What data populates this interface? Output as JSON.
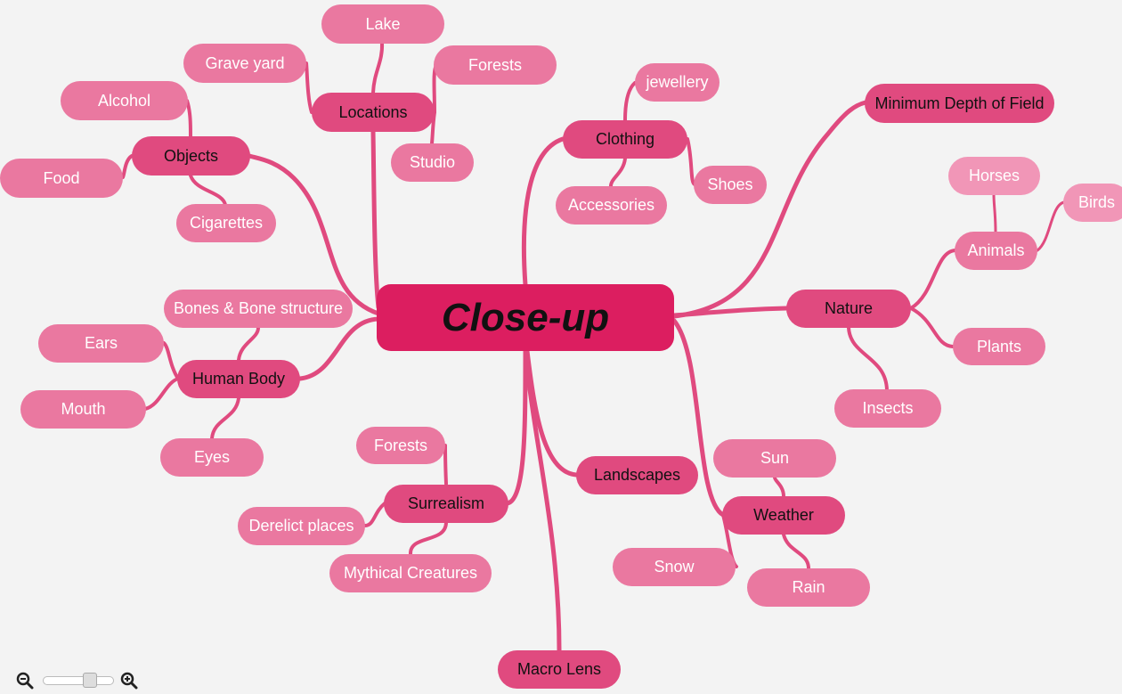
{
  "mindmap": {
    "root": "Close-up",
    "nodes": {
      "locations": "Locations",
      "lake": "Lake",
      "grave_yard": "Grave yard",
      "forests_loc": "Forests",
      "studio": "Studio",
      "objects": "Objects",
      "alcohol": "Alcohol",
      "food": "Food",
      "cigarettes": "Cigarettes",
      "clothing": "Clothing",
      "jewellery": "jewellery",
      "shoes": "Shoes",
      "accessories": "Accessories",
      "min_dof": "Minimum Depth of Field",
      "nature": "Nature",
      "animals": "Animals",
      "horses": "Horses",
      "birds": "Birds",
      "plants": "Plants",
      "insects": "Insects",
      "human_body": "Human Body",
      "bones": "Bones & Bone structure",
      "ears": "Ears",
      "mouth": "Mouth",
      "eyes": "Eyes",
      "surrealism": "Surrealism",
      "forests_sur": "Forests",
      "derelict": "Derelict places",
      "mythical": "Mythical Creatures",
      "landscapes": "Landscapes",
      "weather": "Weather",
      "sun": "Sun",
      "snow": "Snow",
      "rain": "Rain",
      "macro_lens": "Macro Lens"
    }
  },
  "colors": {
    "root": "#dc1e60",
    "level1": "#e04a7f",
    "level2": "#ea78a0",
    "level3": "#f196b7",
    "edge": "#e04a7f"
  },
  "toolbar": {
    "zoom_out_icon": "zoom-out-icon",
    "zoom_in_icon": "zoom-in-icon",
    "zoom_level": 0.7
  }
}
